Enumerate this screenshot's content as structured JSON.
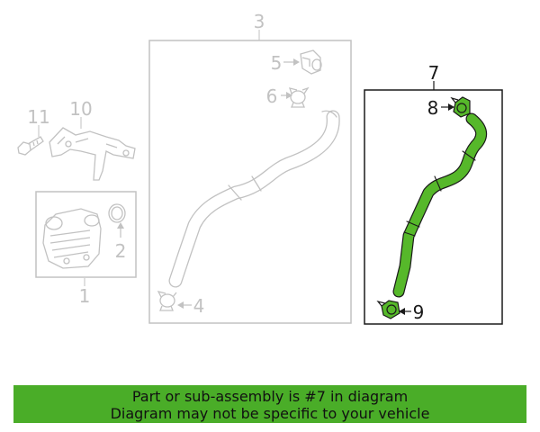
{
  "callouts": {
    "n1": "1",
    "n2": "2",
    "n3": "3",
    "n4": "4",
    "n5": "5",
    "n6": "6",
    "n7": "7",
    "n8": "8",
    "n9": "9",
    "n10": "10",
    "n11": "11"
  },
  "colors": {
    "highlight_part": "#56b82a",
    "banner_background": "#4aad28",
    "faded_line": "#c2c2c2",
    "frame_dark": "#1a1a1a"
  },
  "banner": {
    "line1": "Part or sub-assembly is #7 in diagram",
    "line2": "Diagram may not be specific to your vehicle"
  }
}
